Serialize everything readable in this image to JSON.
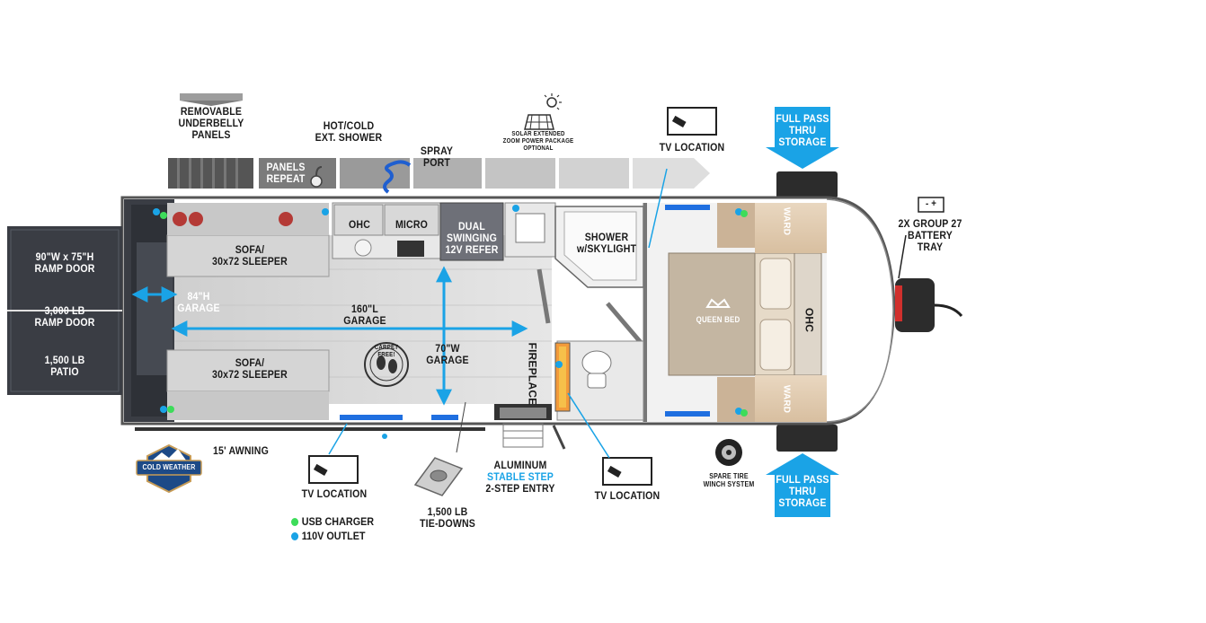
{
  "labels": {
    "removable_underbelly": "REMOVABLE\nUNDERBELLY\nPANELS",
    "panels_repeat": "PANELS\nREPEAT",
    "hot_cold_shower": "HOT/COLD\nEXT. SHOWER",
    "spray_port": "SPRAY\nPORT",
    "solar": "SOLAR EXTENDED\nZOOM POWER PACKAGE\nOPTIONAL",
    "tv_location_top": "TV LOCATION",
    "full_pass_top": "FULL PASS\nTHRU\nSTORAGE",
    "battery_tray": "2X GROUP 27\nBATTERY\nTRAY",
    "ramp_door_size": "90\"W x 75\"H\nRAMP DOOR",
    "ramp_door_weight": "3,000 LB\nRAMP DOOR",
    "patio": "1,500 LB\nPATIO",
    "ohc": "OHC",
    "micro": "MICRO",
    "dual_refer": "DUAL SWINGING\n12V REFER",
    "shower": "SHOWER\nw/SKYLIGHT",
    "sofa_top": "SOFA/\n30x72 SLEEPER",
    "sofa_bottom": "SOFA/\n30x72 SLEEPER",
    "garage_height": "84\"H\nGARAGE",
    "garage_length": "160\"L\nGARAGE",
    "garage_width": "70\"W\nGARAGE",
    "carpet_free": "CARPET FREE!",
    "fireplace": "FIREPLACE",
    "queen_bed": "QUEEN BED",
    "ward_top": "WARD",
    "ward_bottom": "WARD",
    "ohc_bedroom": "OHC",
    "awning": "15' AWNING",
    "cold_weather": "COLD WEATHER",
    "tv_location_bottom_left": "TV LOCATION",
    "tie_downs": "1,500 LB\nTIE-DOWNS",
    "aluminum": "ALUMINUM",
    "stable_step": "STABLE STEP",
    "two_step_entry": "2-STEP ENTRY",
    "tv_location_bottom_right": "TV LOCATION",
    "spare_tire": "SPARE TIRE\nWINCH SYSTEM",
    "full_pass_bottom": "FULL PASS\nTHRU\nSTORAGE",
    "battery_symbol": "- +"
  },
  "legend": {
    "usb": "USB CHARGER",
    "outlet": "110V OUTLET"
  },
  "colors": {
    "usb": "#3ddc5a",
    "outlet": "#1aa3e6",
    "accent": "#1aa3e6",
    "floor": "#d9d9d9",
    "dark": "#3a3d44"
  }
}
